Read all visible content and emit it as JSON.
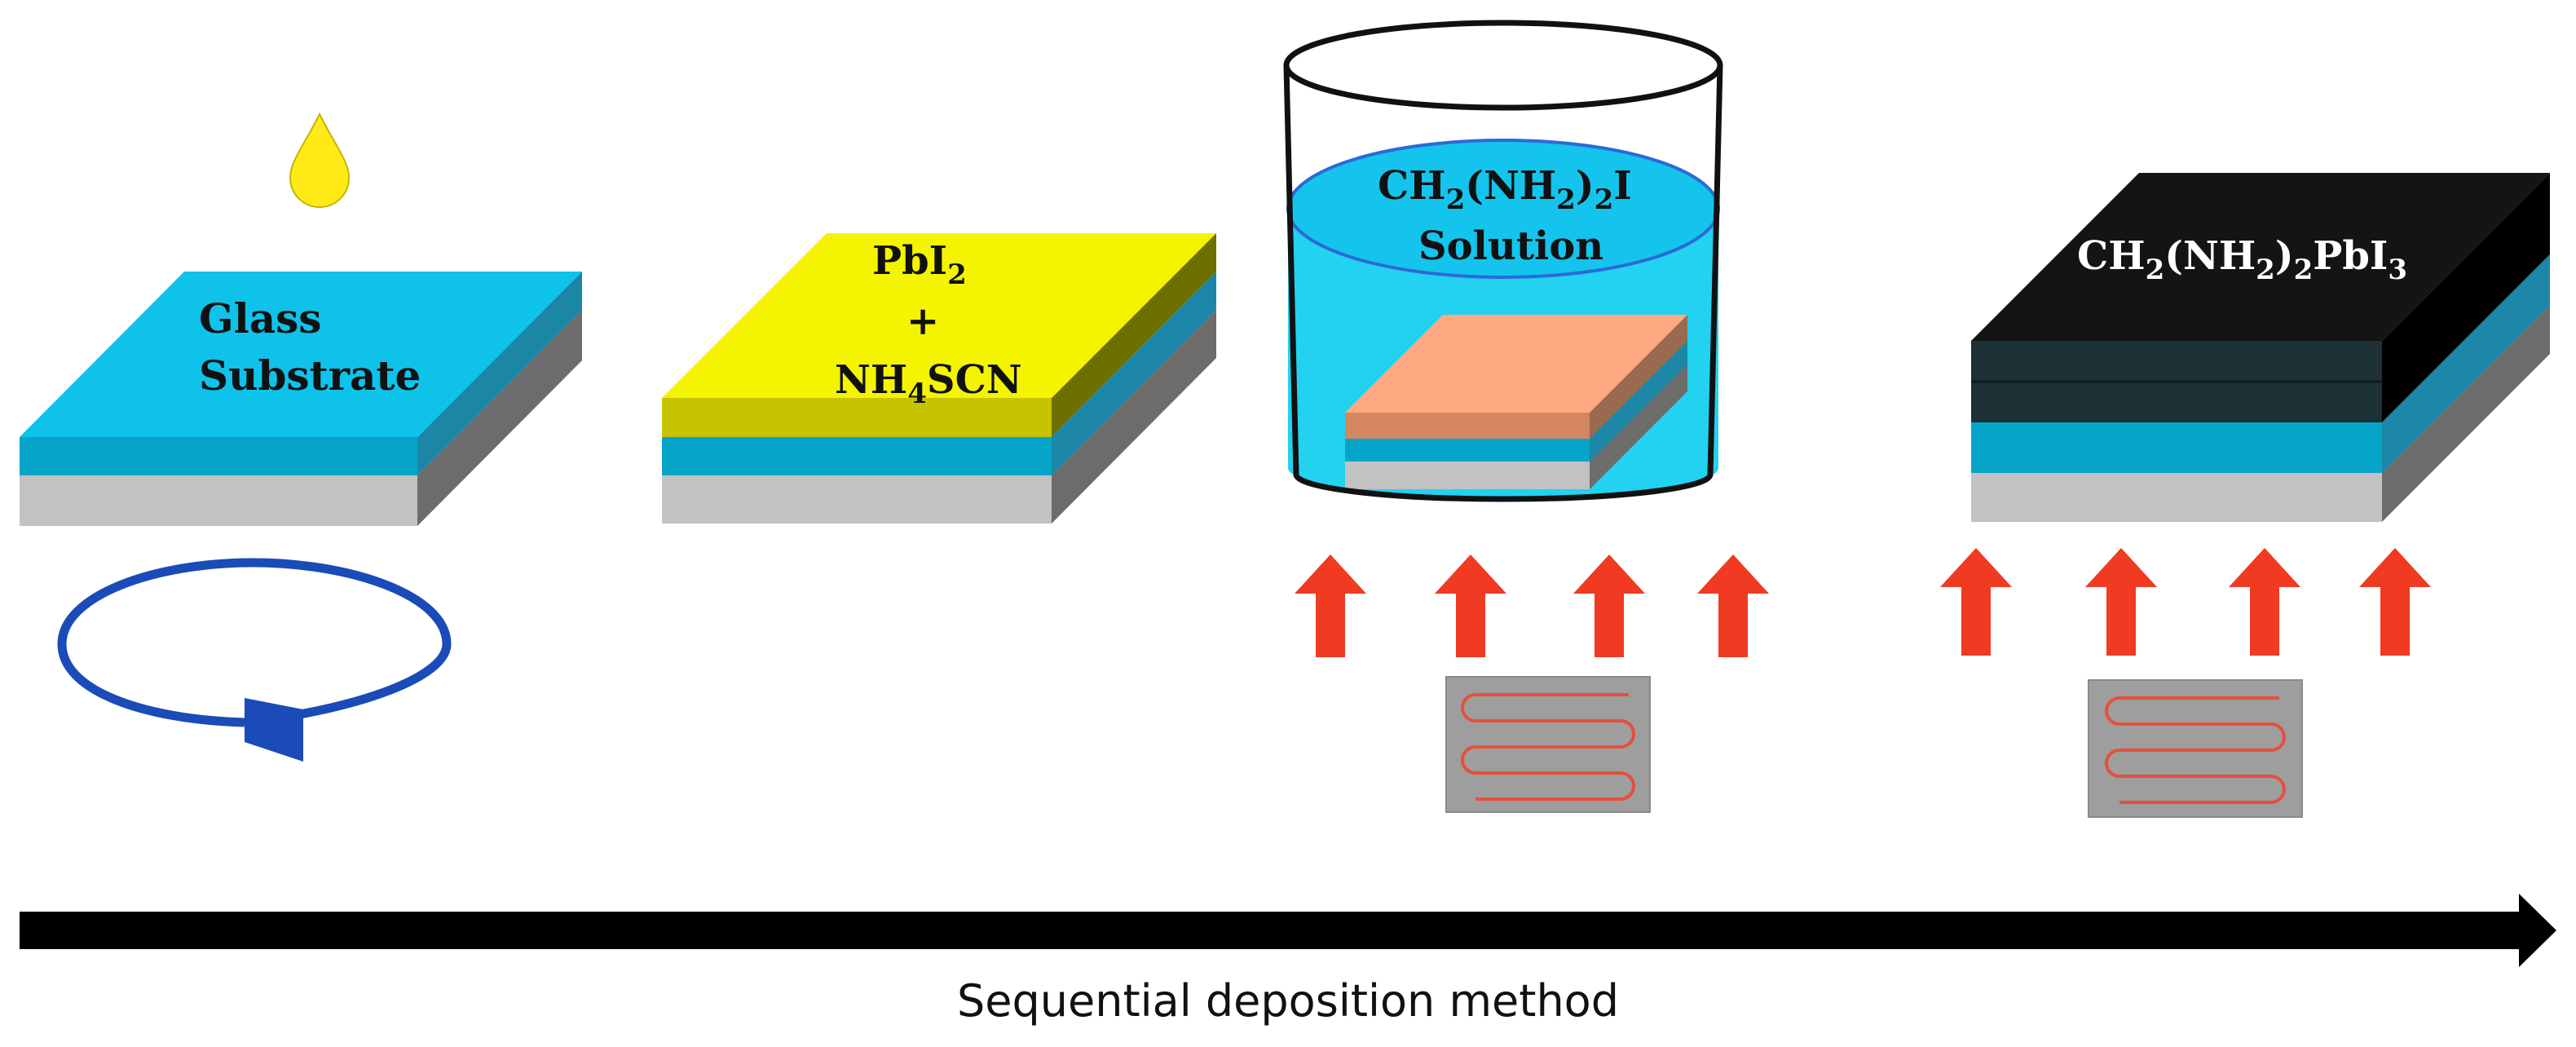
{
  "colors": {
    "glass_top": "#0fc2ea",
    "glass_front": "#06a4c8",
    "glass_side": "#1c86a6",
    "base_front": "#c2c2c2",
    "base_side": "#6c6c6c",
    "pbi2_top": "#f4f400",
    "pbi2_front": "#c6c400",
    "pbi2_side": "#6c7000",
    "film_top": "#ffa982",
    "film_front": "#d48760",
    "film_side": "#9a6a50",
    "perov_top": "#141414",
    "perov_front": "#1d3035",
    "perov_side": "#000000",
    "solution": "#22d2f0",
    "solution_surface": "#14c4ec",
    "drop": "#ffea18",
    "spin_arrow": "#1a4bb8",
    "heat_arrow": "#f03a22",
    "heater_plate": "#9e9e9e",
    "heater_coil": "#e84f3c",
    "timeline": "#000000"
  },
  "steps": {
    "glass": {
      "line1": "Glass",
      "line2": "Substrate"
    },
    "pbi2": {
      "line1_main": "PbI",
      "line1_sub": "2",
      "plus": "+",
      "line3_main": "NH",
      "line3_sub": "4",
      "line3_tail": "SCN"
    },
    "solution": {
      "f_a": "CH",
      "f_b": "2",
      "f_c": "(NH",
      "f_d": "2",
      "f_e": ")",
      "f_f": "2",
      "f_g": "I",
      "line2": "Solution"
    },
    "perovskite": {
      "f_a": "CH",
      "f_b": "2",
      "f_c": "(NH",
      "f_d": "2",
      "f_e": ")",
      "f_f": "2",
      "f_g": "PbI",
      "f_h": "3"
    }
  },
  "timeline": {
    "caption": "Sequential deposition method"
  }
}
